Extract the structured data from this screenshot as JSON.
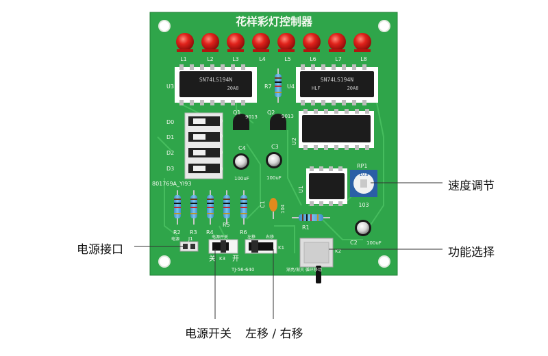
{
  "board": {
    "title": "花样彩灯控制器",
    "led_labels": [
      "L1",
      "L2",
      "L3",
      "L4",
      "L5",
      "L6",
      "L7",
      "L8"
    ],
    "ic_u3_label": "U3",
    "ic_u3_chip": "SN74LS194N",
    "ic_u3_code": "20A8",
    "ic_u4_label": "U4",
    "ic_u4_chip": "SN74LS194N",
    "ic_u4_sub": "HLF",
    "ic_u4_code": "20A8",
    "r7_label": "R7",
    "q1_label": "Q1",
    "q1_part": "9013",
    "q2_label": "Q2",
    "q2_part": "9013",
    "u2_label": "U2",
    "u1_label": "U1",
    "rp1_label": "RP1",
    "rp1_value": "103",
    "rp1_code": "103",
    "d_labels": [
      "D0",
      "D1",
      "D2",
      "D3"
    ],
    "d_zero": "0",
    "c4_label": "C4",
    "c4_value": "100uF",
    "c3_label": "C3",
    "c3_value": "100uF",
    "c1_label": "C1",
    "c1_value": "104",
    "c2_label": "C2",
    "c2_value": "100uF",
    "r1_label": "R1",
    "date_code": "801769A_YI93",
    "r_labels": [
      "R2",
      "R3",
      "R4",
      "R5",
      "R6"
    ],
    "j1_label": "J1",
    "power_silk": "电源",
    "k3_label": "K3",
    "k3_silk": "电源开关",
    "k1_label": "K1",
    "k1_left": "左移",
    "k1_right": "右移",
    "k2_label": "K2",
    "off_label": "关",
    "on_label": "开",
    "model": "TJ-56-640",
    "k2_modes": "渐亮/渐灭  循环移动"
  },
  "callouts": {
    "speed": "速度调节",
    "power_port": "电源接口",
    "function": "功能选择",
    "power_switch": "电源开关",
    "direction": "左移 / 右移"
  }
}
